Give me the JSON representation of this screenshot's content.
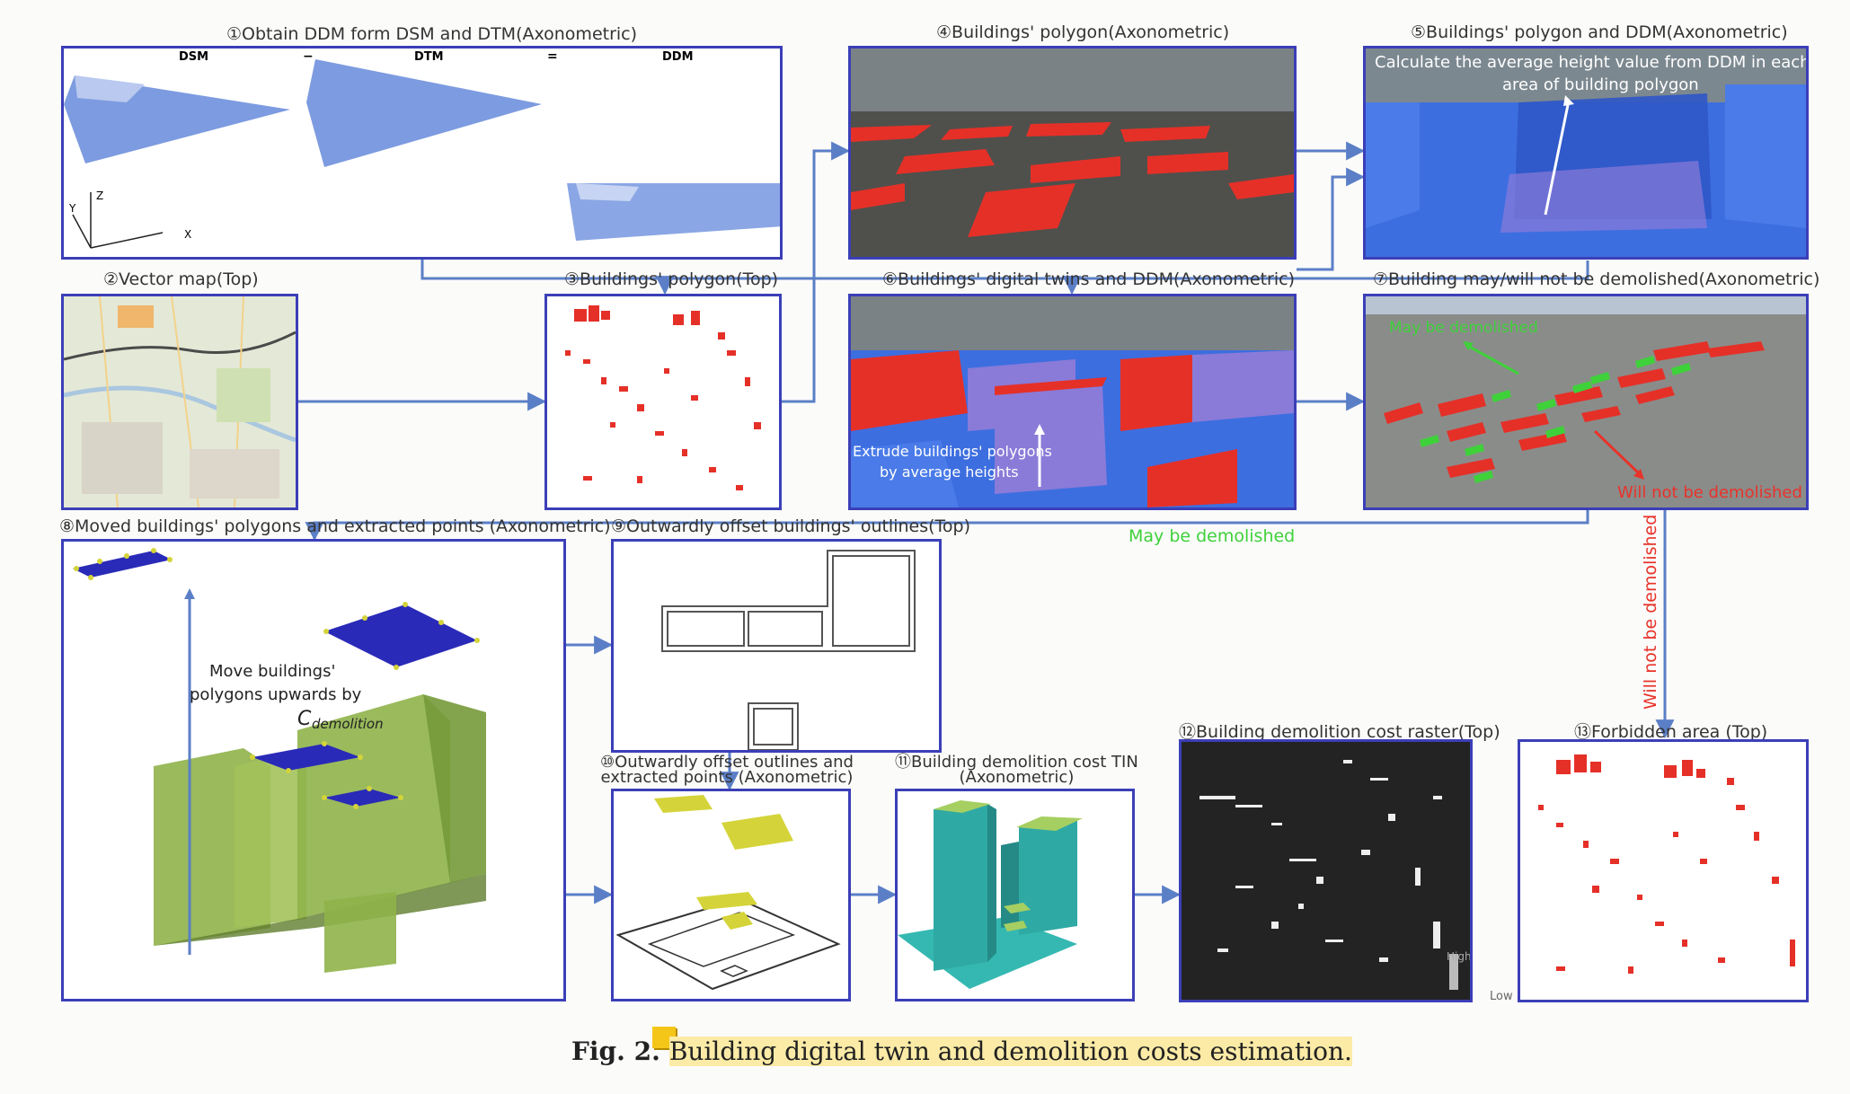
{
  "panels": {
    "p1": {
      "title": "①Obtain DDM form DSM and DTM(Axonometric)",
      "dsm": "DSM",
      "minus": "−",
      "dtm": "DTM",
      "equals": "=",
      "ddm": "DDM",
      "axis_x": "X",
      "axis_y": "Y",
      "axis_z": "Z"
    },
    "p2": {
      "title": "②Vector map(Top)"
    },
    "p3": {
      "title": "③Buildings' polygon(Top)"
    },
    "p4": {
      "title": "④Buildings' polygon(Axonometric)"
    },
    "p5": {
      "title": "⑤Buildings' polygon and DDM(Axonometric)",
      "note_line1": "Calculate the average height value from DDM in each",
      "note_line2": "area of building polygon"
    },
    "p6": {
      "title": "⑥Buildings' digital twins and DDM(Axonometric)",
      "note_line1": "Extrude buildings' polygons",
      "note_line2": "by average heights"
    },
    "p7": {
      "title": "⑦Building may/will not be demolished(Axonometric)",
      "may": "May be demolished",
      "will_not": "Will not be demolished"
    },
    "p8": {
      "title": "⑧Moved buildings' polygons and extracted points (Axonometric)",
      "note_line1": "Move buildings'",
      "note_line2": "polygons upwards by",
      "note_math": "C",
      "note_sub": "demolition"
    },
    "p9": {
      "title": "⑨Outwardly offset buildings' outlines(Top)"
    },
    "p10": {
      "title_line1": "⑩Outwardly offset outlines and",
      "title_line2": "extracted points (Axonometric)"
    },
    "p11": {
      "title_line1": "⑪Building demolition cost TIN",
      "title_line2": "(Axonometric)"
    },
    "p12": {
      "title": "⑫Building demolition cost raster(Top)",
      "high": "High",
      "low": "Low"
    },
    "p13": {
      "title": "⑬Forbidden area (Top)"
    }
  },
  "flow_labels": {
    "may": "May be demolished",
    "will_not": "Will not be demolished"
  },
  "caption": {
    "fig": "Fig. 2.",
    "text": "Building digital twin and demolition costs estimation."
  },
  "colors": {
    "panel_border": "#3b3fb7",
    "arrow": "#5b7fc7",
    "building_red": "#e53028",
    "may_green": "#3fd13a",
    "will_not_red": "#e8332a",
    "ddm_blue": "#3d6ee0",
    "tin_cyan": "#35b8b2",
    "block_green": "#8fb24a"
  }
}
